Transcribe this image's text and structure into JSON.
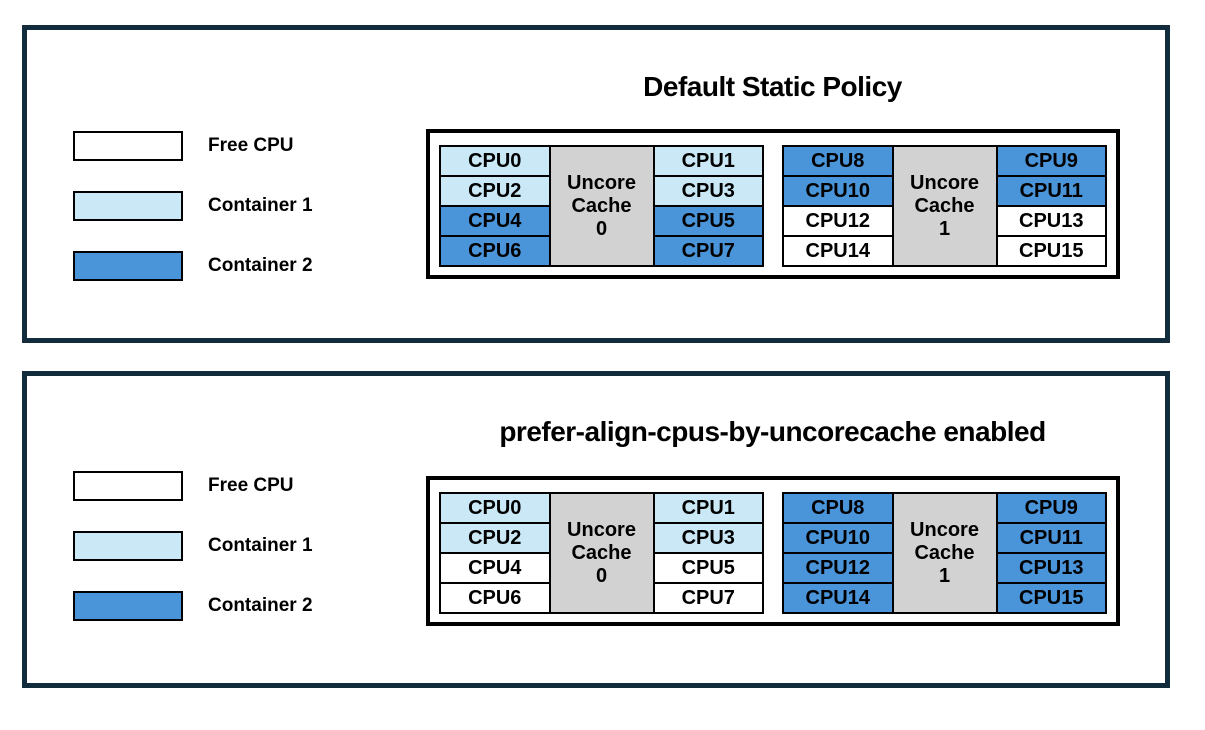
{
  "colors": {
    "free": "#ffffff",
    "container1": "#cbe8f7",
    "container2": "#4a94da",
    "cache_box": "#d2d2d2",
    "panel_border": "#122c3d",
    "cell_border": "#000000",
    "text": "#000000"
  },
  "legend": {
    "items": [
      {
        "label": "Free CPU",
        "owner": "free"
      },
      {
        "label": "Container 1",
        "owner": "container1"
      },
      {
        "label": "Container 2",
        "owner": "container2"
      }
    ]
  },
  "panels": [
    {
      "title": "Default Static Policy",
      "groups": [
        {
          "cache": {
            "lines": [
              "Uncore",
              "Cache",
              "0"
            ]
          },
          "left": [
            {
              "label": "CPU0",
              "owner": "container1"
            },
            {
              "label": "CPU2",
              "owner": "container1"
            },
            {
              "label": "CPU4",
              "owner": "container2"
            },
            {
              "label": "CPU6",
              "owner": "container2"
            }
          ],
          "right": [
            {
              "label": "CPU1",
              "owner": "container1"
            },
            {
              "label": "CPU3",
              "owner": "container1"
            },
            {
              "label": "CPU5",
              "owner": "container2"
            },
            {
              "label": "CPU7",
              "owner": "container2"
            }
          ]
        },
        {
          "cache": {
            "lines": [
              "Uncore",
              "Cache",
              "1"
            ]
          },
          "left": [
            {
              "label": "CPU8",
              "owner": "container2"
            },
            {
              "label": "CPU10",
              "owner": "container2"
            },
            {
              "label": "CPU12",
              "owner": "free"
            },
            {
              "label": "CPU14",
              "owner": "free"
            }
          ],
          "right": [
            {
              "label": "CPU9",
              "owner": "container2"
            },
            {
              "label": "CPU11",
              "owner": "container2"
            },
            {
              "label": "CPU13",
              "owner": "free"
            },
            {
              "label": "CPU15",
              "owner": "free"
            }
          ]
        }
      ]
    },
    {
      "title": "prefer-align-cpus-by-uncorecache enabled",
      "groups": [
        {
          "cache": {
            "lines": [
              "Uncore",
              "Cache",
              "0"
            ]
          },
          "left": [
            {
              "label": "CPU0",
              "owner": "container1"
            },
            {
              "label": "CPU2",
              "owner": "container1"
            },
            {
              "label": "CPU4",
              "owner": "free"
            },
            {
              "label": "CPU6",
              "owner": "free"
            }
          ],
          "right": [
            {
              "label": "CPU1",
              "owner": "container1"
            },
            {
              "label": "CPU3",
              "owner": "container1"
            },
            {
              "label": "CPU5",
              "owner": "free"
            },
            {
              "label": "CPU7",
              "owner": "free"
            }
          ]
        },
        {
          "cache": {
            "lines": [
              "Uncore",
              "Cache",
              "1"
            ]
          },
          "left": [
            {
              "label": "CPU8",
              "owner": "container2"
            },
            {
              "label": "CPU10",
              "owner": "container2"
            },
            {
              "label": "CPU12",
              "owner": "container2"
            },
            {
              "label": "CPU14",
              "owner": "container2"
            }
          ],
          "right": [
            {
              "label": "CPU9",
              "owner": "container2"
            },
            {
              "label": "CPU11",
              "owner": "container2"
            },
            {
              "label": "CPU13",
              "owner": "container2"
            },
            {
              "label": "CPU15",
              "owner": "container2"
            }
          ]
        }
      ]
    }
  ]
}
